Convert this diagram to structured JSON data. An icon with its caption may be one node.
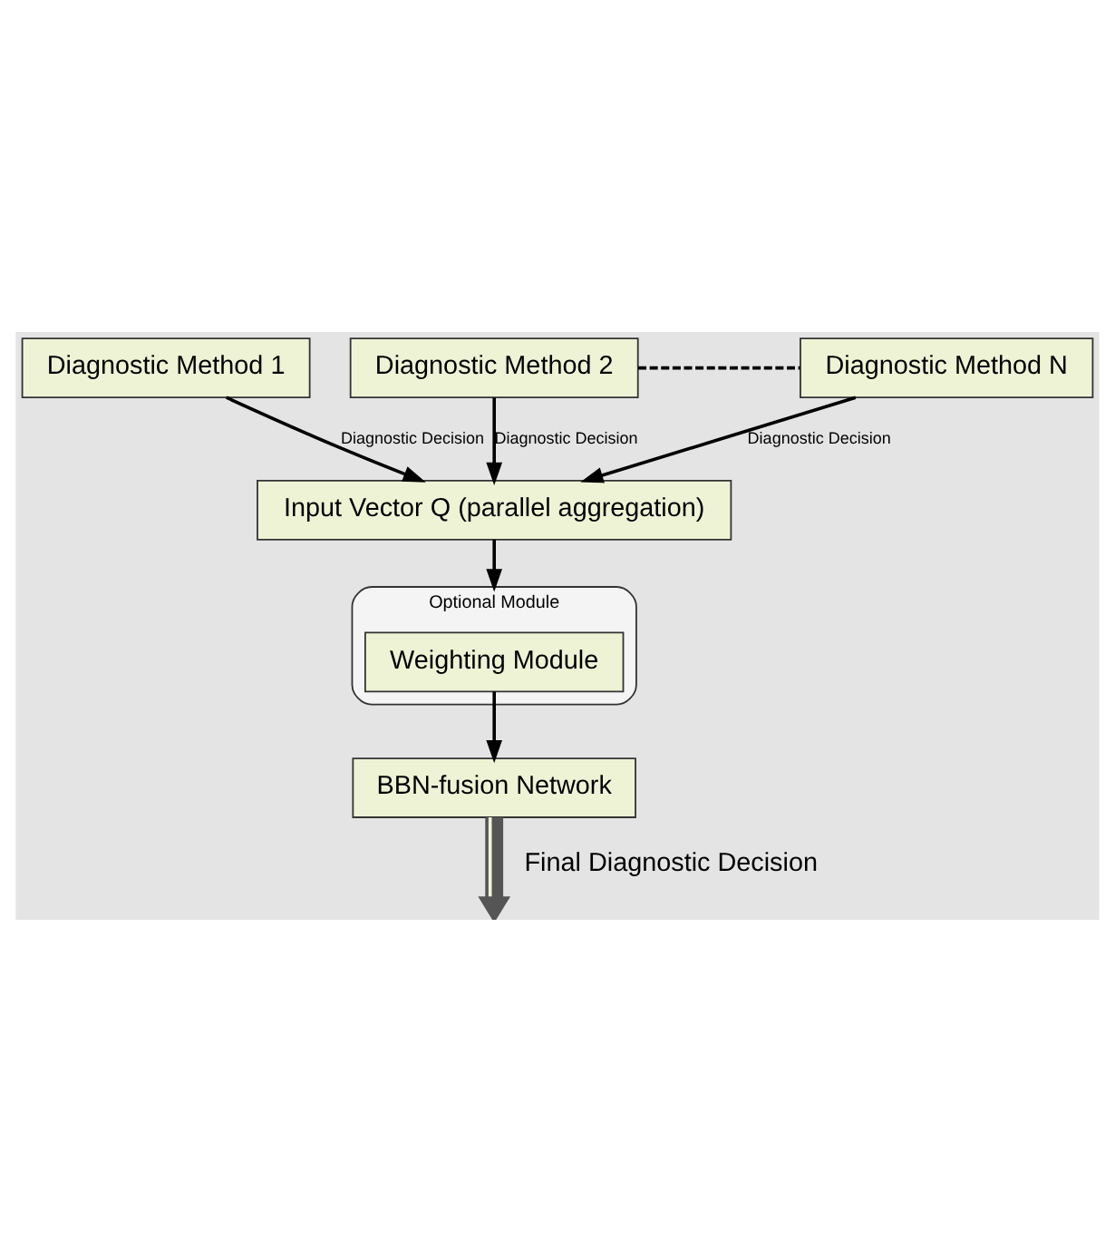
{
  "diagram": {
    "nodes": [
      {
        "text": [
          "Diagnostic Method 1"
        ]
      },
      {
        "text": [
          "Diagnostic Method 2"
        ]
      },
      {
        "text": [
          "Diagnostic Method N"
        ]
      },
      {
        "text": [
          "Input Vector Q (parallel aggregation)"
        ]
      },
      {
        "text": [
          "Optional Module"
        ]
      },
      {
        "text": [
          "Weighting Module"
        ],
        "in": 4
      },
      {
        "text": [
          "BBN-fusion Network"
        ]
      }
    ],
    "edges": [
      {
        "from": 0,
        "to": 3,
        "arrow": "to",
        "label": "Diagnostic Decision"
      },
      {
        "from": 1,
        "to": 3,
        "arrow": "to",
        "label": "Diagnostic Decision"
      },
      {
        "from": 2,
        "to": 3,
        "arrow": "to",
        "label": "Diagnostic Decision"
      },
      {
        "from": 1,
        "to": 2,
        "arrow": "none",
        "style": "dashed"
      },
      {
        "from": 3,
        "to": 4,
        "arrow": "to"
      },
      {
        "from": 5,
        "to": 6,
        "arrow": "to"
      },
      {
        "from": 6,
        "to": null,
        "arrow": "to",
        "style": "thick",
        "label": "Final Diagnostic Decision"
      }
    ]
  }
}
